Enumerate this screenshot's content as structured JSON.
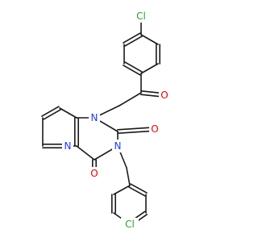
{
  "molecule": {
    "atoms": {
      "cl_top": {
        "label": "Cl",
        "color": "#2ca02c"
      },
      "o_ketone": {
        "label": "O",
        "color": "#e8000b"
      },
      "n1": {
        "label": "N",
        "color": "#1f3bff"
      },
      "o2": {
        "label": "O",
        "color": "#e8000b"
      },
      "n3": {
        "label": "N",
        "color": "#1f3bff"
      },
      "n_pyr": {
        "label": "N",
        "color": "#1f3bff"
      },
      "o4": {
        "label": "O",
        "color": "#e8000b"
      },
      "cl_bottom": {
        "label": "Cl",
        "color": "#2ca02c"
      }
    },
    "bond_color": "#1a1a1a"
  }
}
